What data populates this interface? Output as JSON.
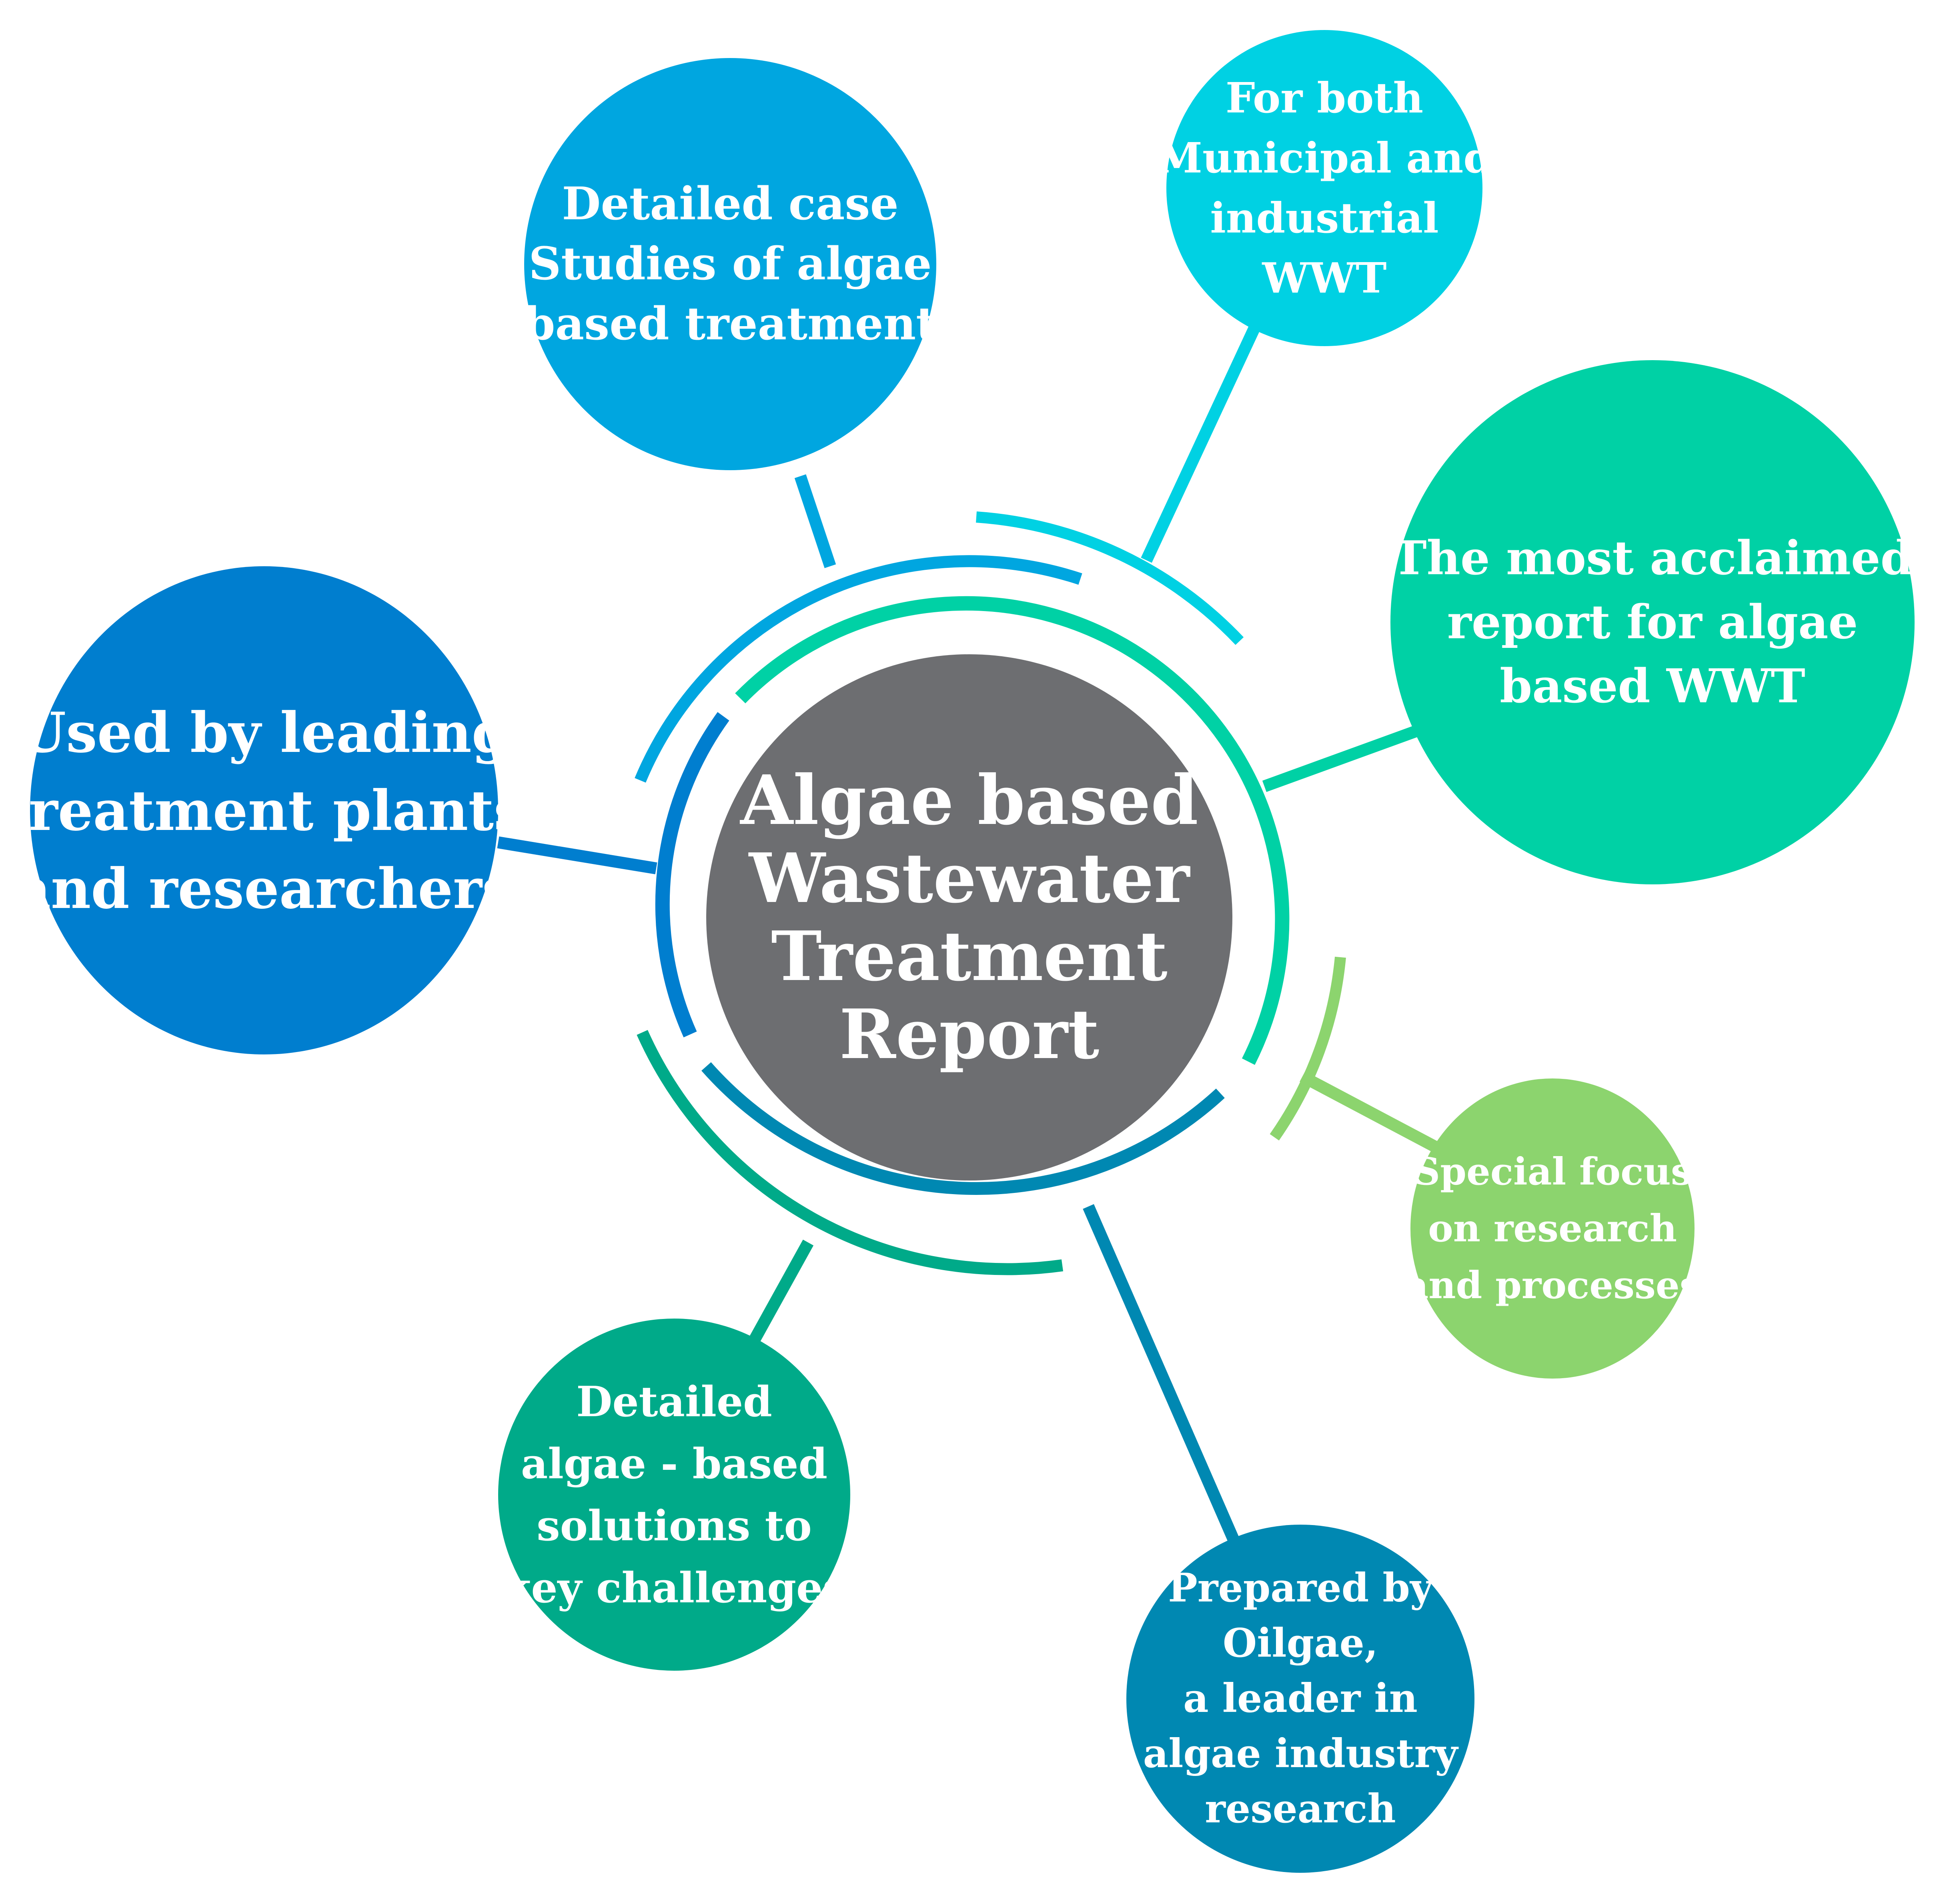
{
  "center": {
    "lines": [
      "Algae based",
      "Wastewater",
      "Treatment",
      "Report"
    ],
    "color": "#6D6E71"
  },
  "nodes": [
    {
      "id": "case-studies",
      "lines": [
        "Detailed case",
        "Studies of algae",
        "based treatment"
      ],
      "color": "#00A6E0"
    },
    {
      "id": "municipal",
      "lines": [
        "For both",
        "Municipal and",
        "industrial",
        "WWT"
      ],
      "color": "#00D1E3"
    },
    {
      "id": "acclaimed",
      "lines": [
        "The most acclaimed",
        "report for algae",
        "based WWT"
      ],
      "color": "#00D1A5"
    },
    {
      "id": "used-by",
      "lines": [
        "Used by leading",
        "treatment plants",
        "and researchers"
      ],
      "color": "#007ECF"
    },
    {
      "id": "special-focus",
      "lines": [
        "Special focus",
        "on research",
        "and processes"
      ],
      "color": "#8CD46E"
    },
    {
      "id": "prepared-by",
      "lines": [
        "Prepared by",
        "Oilgae,",
        "a leader in",
        "algae industry",
        "research"
      ],
      "color": "#0088B2"
    },
    {
      "id": "solutions",
      "lines": [
        "Detailed",
        "algae - based",
        "solutions to",
        "key challenges"
      ],
      "color": "#00AA89"
    }
  ]
}
